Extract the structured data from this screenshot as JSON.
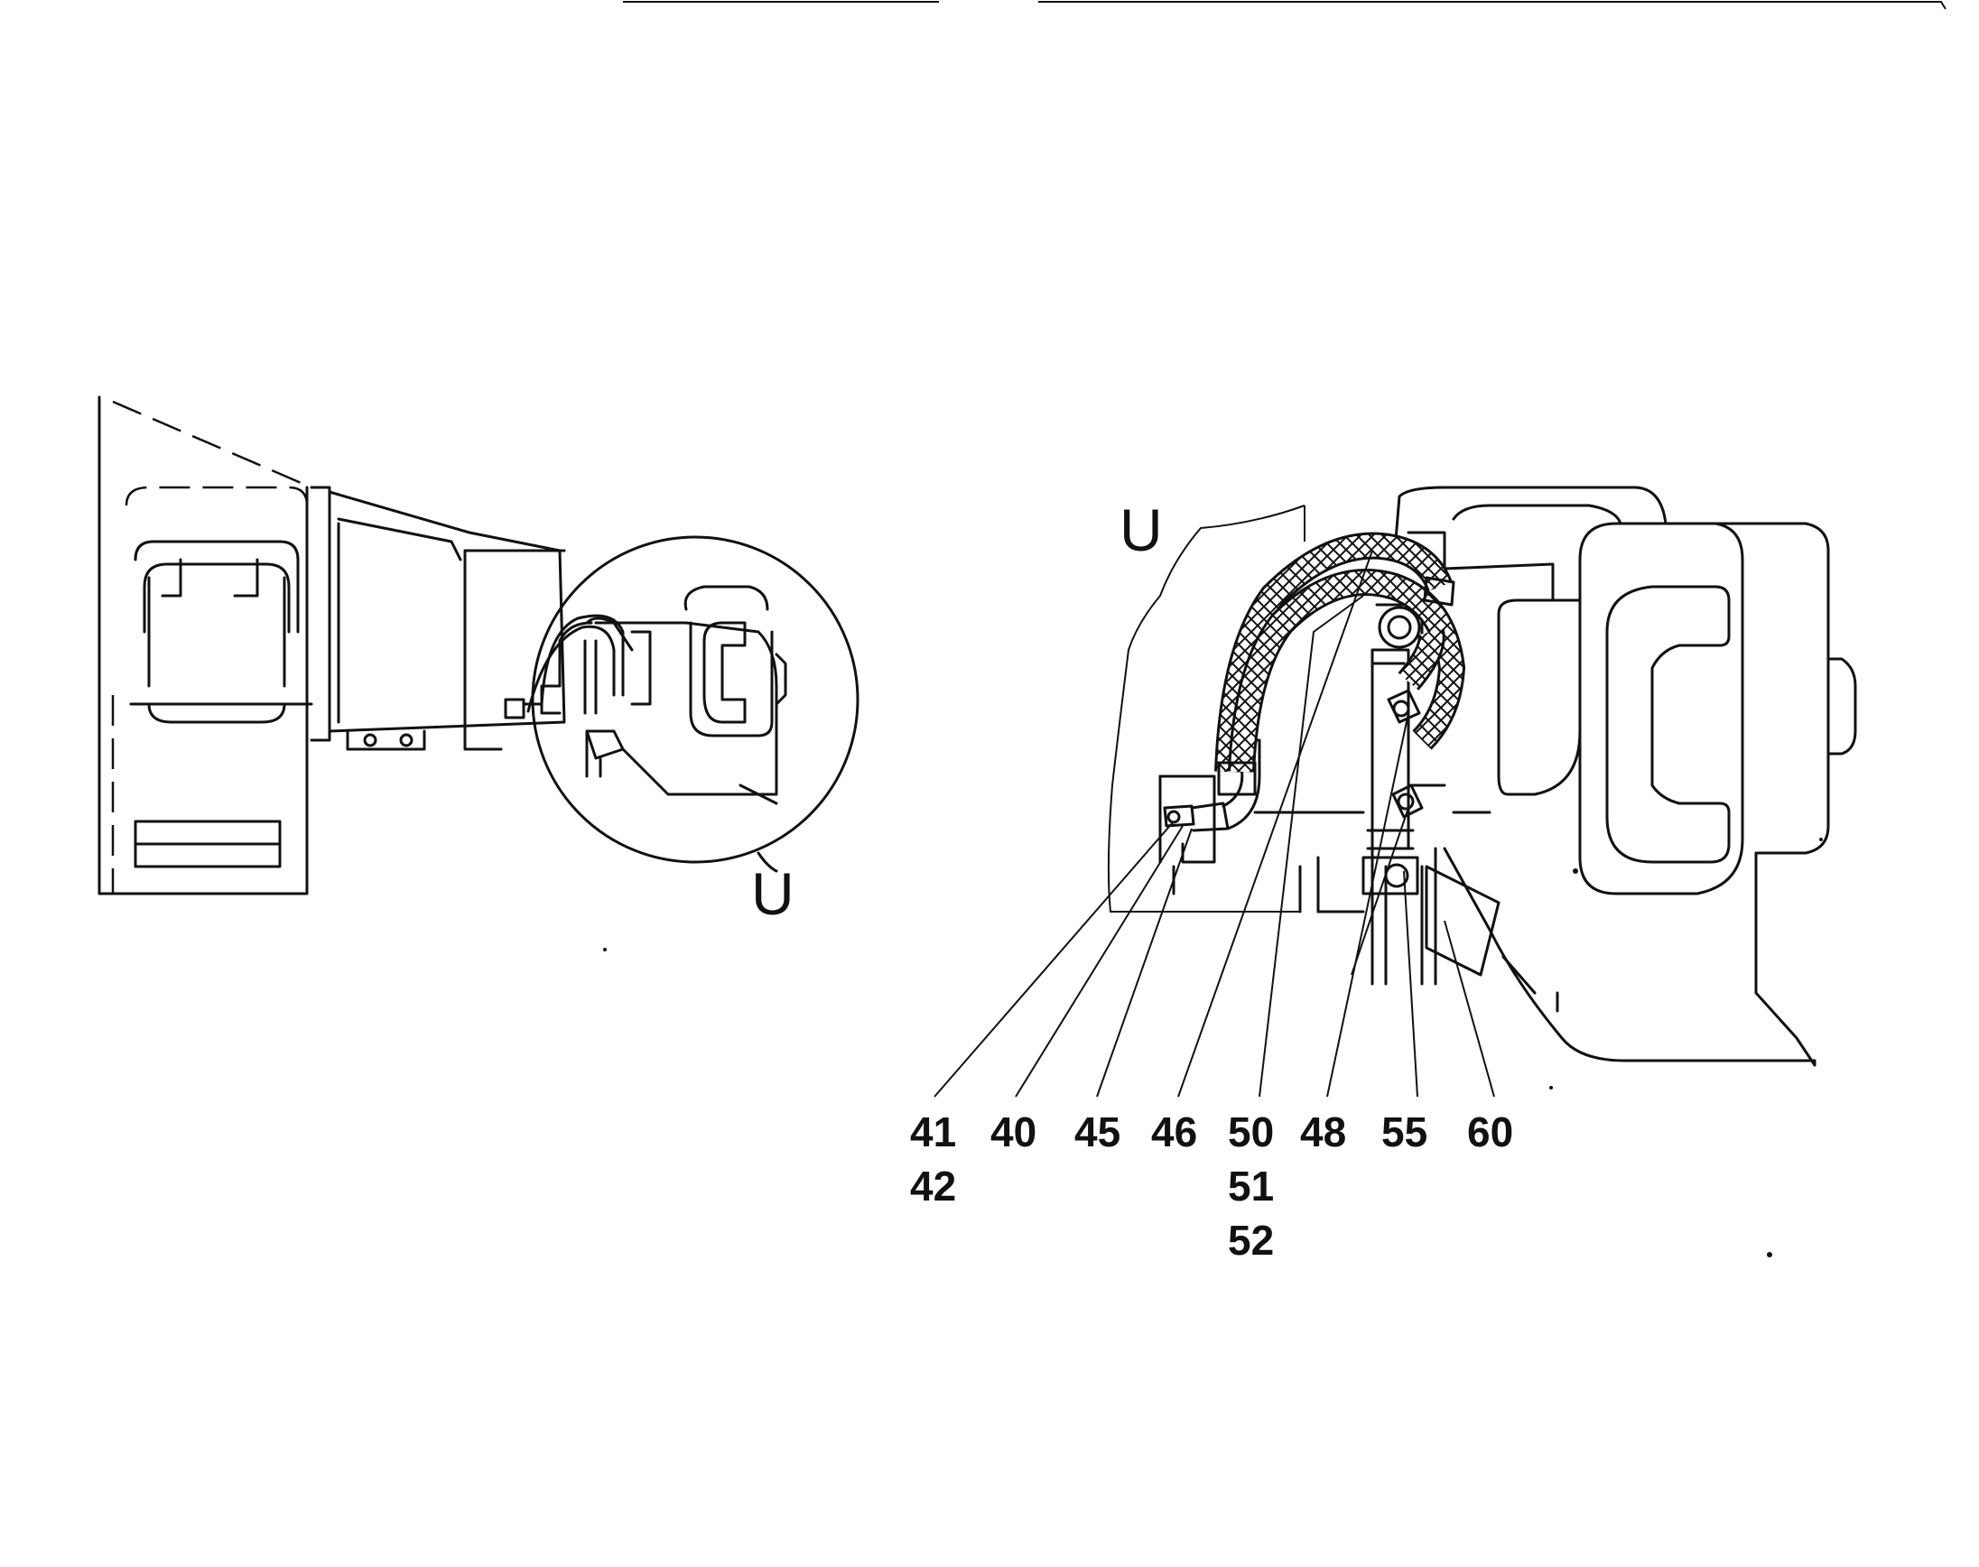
{
  "view_marker": "U",
  "callouts": [
    {
      "id": "c41",
      "lines": [
        "41",
        "42"
      ]
    },
    {
      "id": "c40",
      "lines": [
        "40"
      ]
    },
    {
      "id": "c45",
      "lines": [
        "45"
      ]
    },
    {
      "id": "c46",
      "lines": [
        "46"
      ]
    },
    {
      "id": "c50",
      "lines": [
        "50",
        "51",
        "52"
      ]
    },
    {
      "id": "c48",
      "lines": [
        "48"
      ]
    },
    {
      "id": "c55",
      "lines": [
        "55"
      ]
    },
    {
      "id": "c60",
      "lines": [
        "60"
      ]
    }
  ]
}
